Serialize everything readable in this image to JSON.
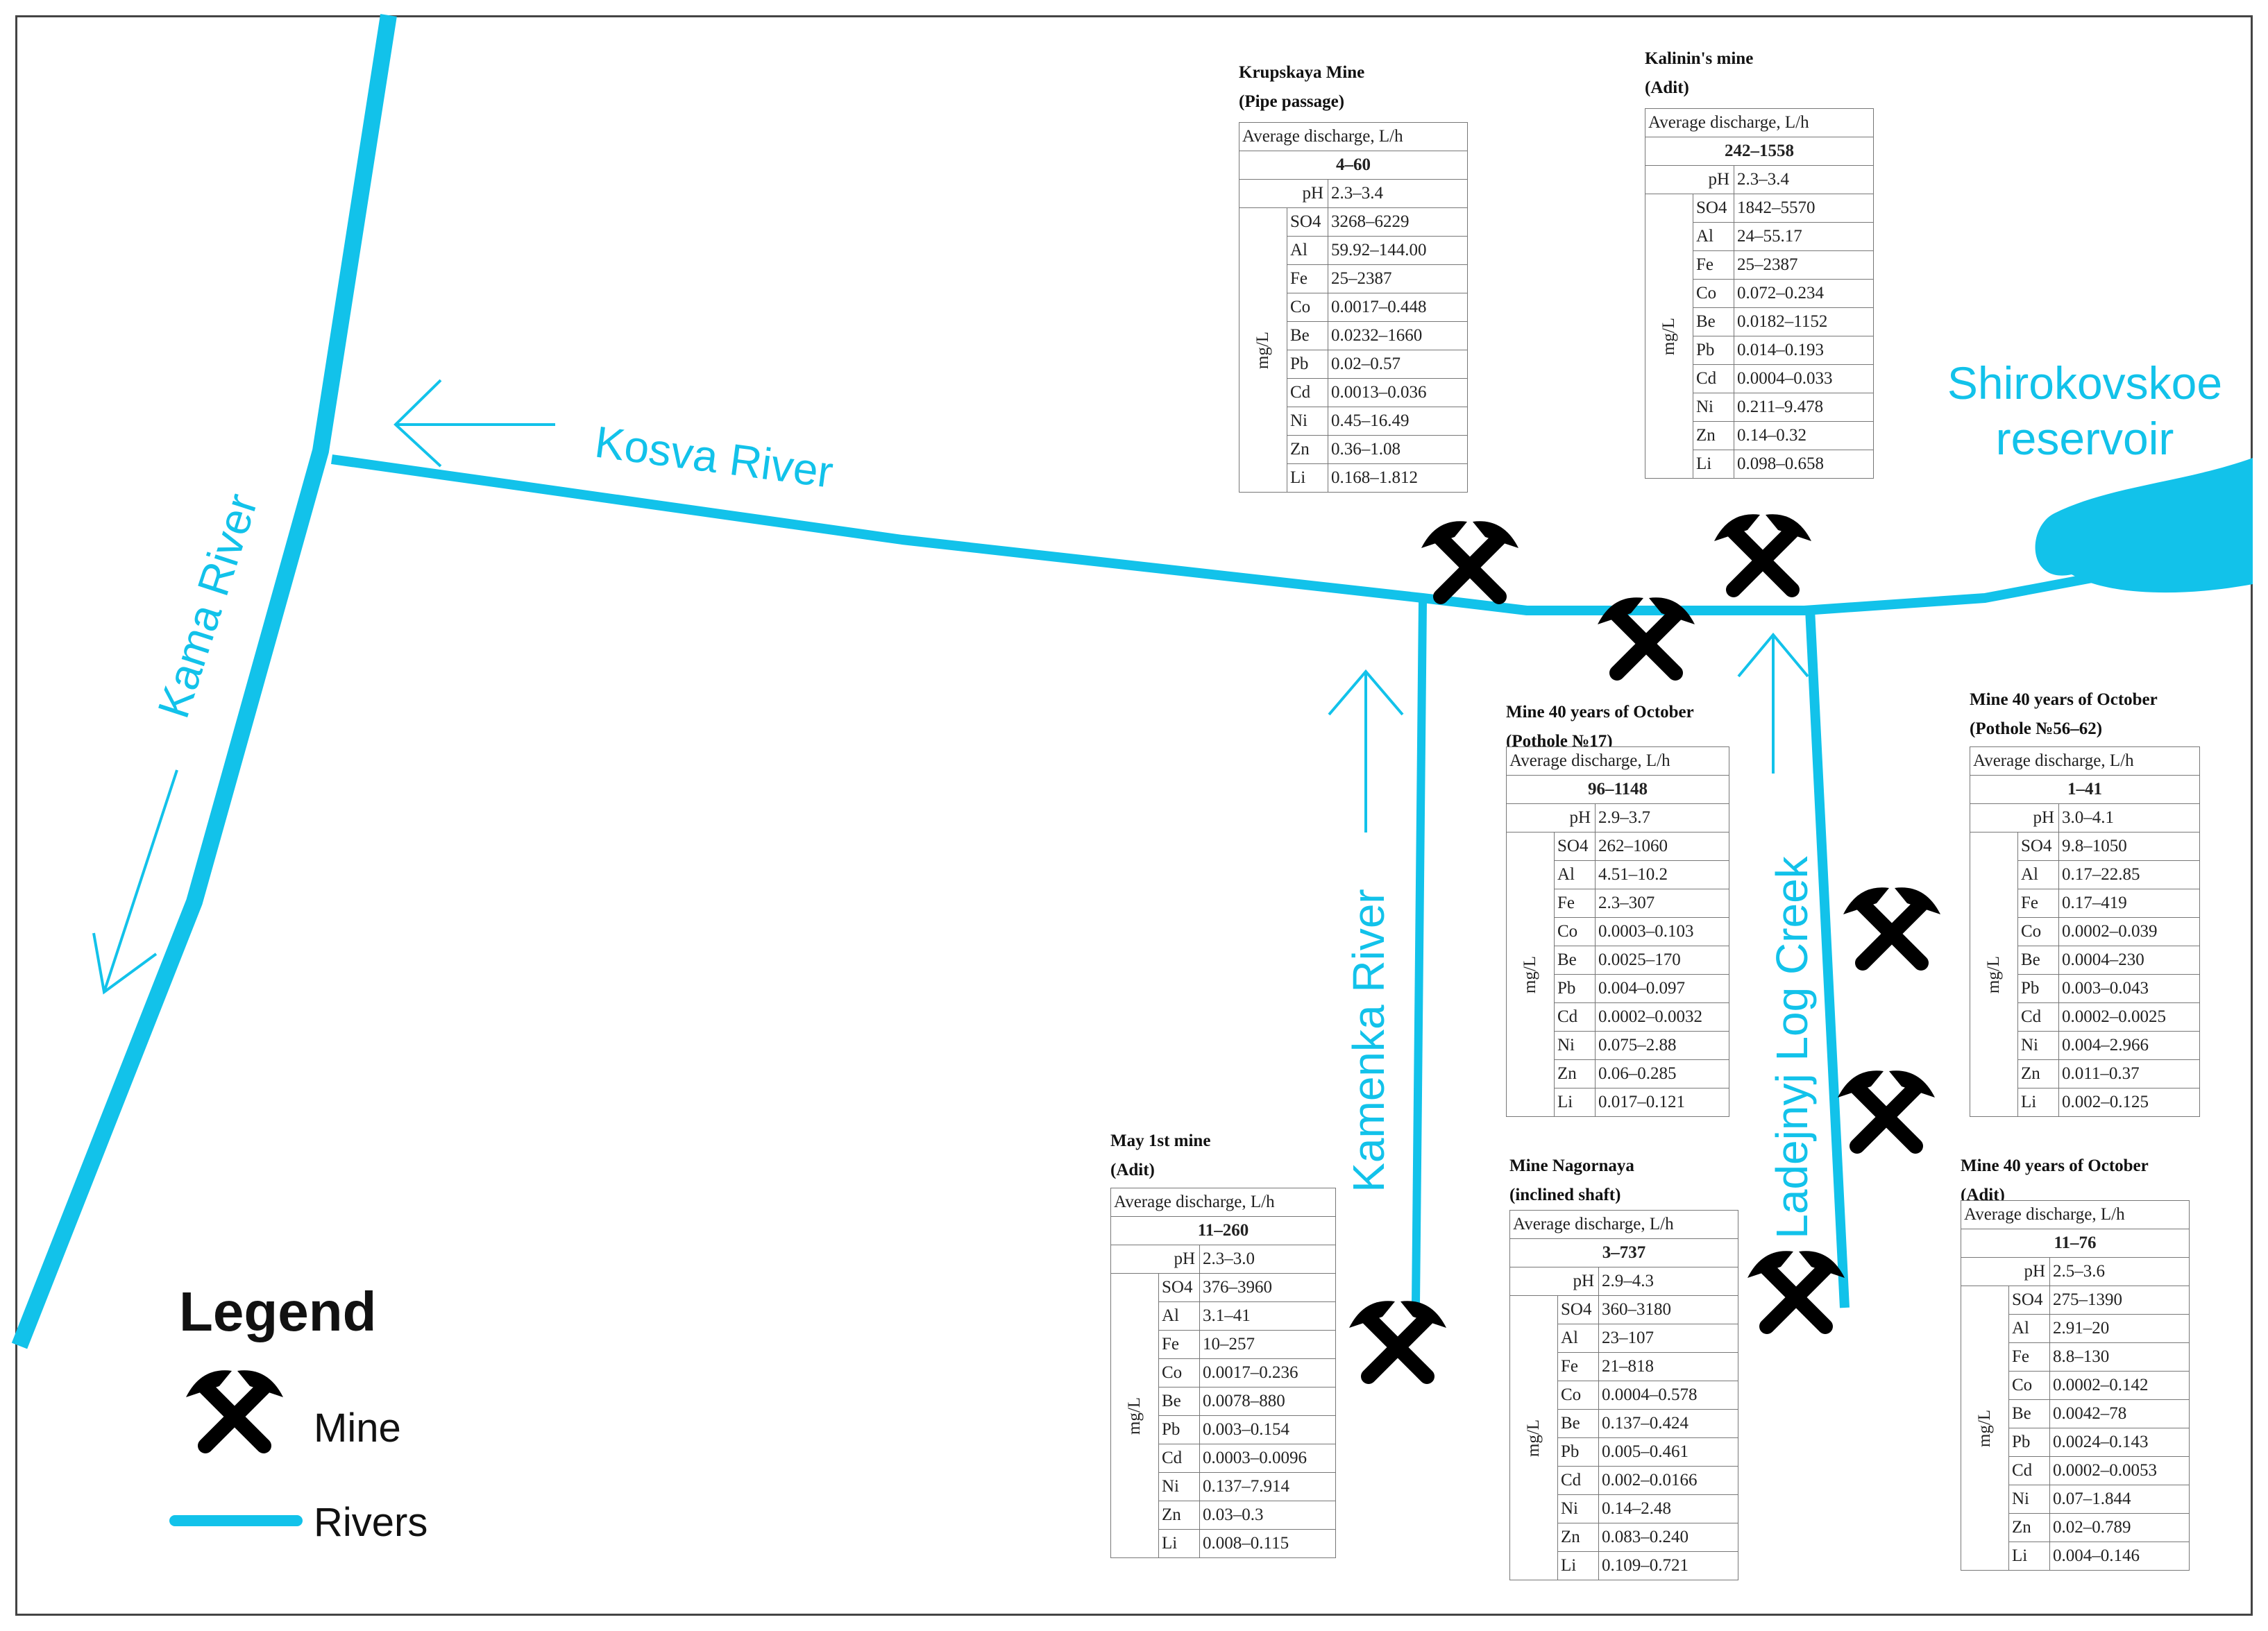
{
  "rivers": {
    "kama": "Kama River",
    "kosva": "Kosva River",
    "kamenka": "Kamenka River",
    "ladejnyj": "Ladejnyj Log Creek",
    "reservoir_line1": "Shirokovskoe",
    "reservoir_line2": "reservoir",
    "color": "#12c2ea"
  },
  "legend": {
    "title": "Legend",
    "mine": "Mine",
    "rivers": "Rivers",
    "mine_icon": "crossed-hammers-icon"
  },
  "common": {
    "discharge_label": "Average discharge, L/h",
    "ph_label": "pH",
    "unit_label": "mg/L"
  },
  "mines": [
    {
      "name": "Krupskaya Mine",
      "type": "(Pipe passage)",
      "discharge": "4–60",
      "ph": "2.3–3.4",
      "elements": [
        {
          "el": "SO4",
          "val": "3268–6229"
        },
        {
          "el": "Al",
          "val": "59.92–144.00"
        },
        {
          "el": "Fe",
          "val": "25–2387"
        },
        {
          "el": "Co",
          "val": "0.0017–0.448"
        },
        {
          "el": "Be",
          "val": "0.0232–1660"
        },
        {
          "el": "Pb",
          "val": "0.02–0.57"
        },
        {
          "el": "Cd",
          "val": "0.0013–0.036"
        },
        {
          "el": "Ni",
          "val": "0.45–16.49"
        },
        {
          "el": "Zn",
          "val": "0.36–1.08"
        },
        {
          "el": "Li",
          "val": "0.168–1.812"
        }
      ]
    },
    {
      "name": "Kalinin's mine",
      "type": "(Adit)",
      "discharge": "242–1558",
      "ph": "2.3–3.4",
      "elements": [
        {
          "el": "SO4",
          "val": "1842–5570"
        },
        {
          "el": "Al",
          "val": "24–55.17"
        },
        {
          "el": "Fe",
          "val": "25–2387"
        },
        {
          "el": "Co",
          "val": "0.072–0.234"
        },
        {
          "el": "Be",
          "val": "0.0182–1152"
        },
        {
          "el": "Pb",
          "val": "0.014–0.193"
        },
        {
          "el": "Cd",
          "val": "0.0004–0.033"
        },
        {
          "el": "Ni",
          "val": "0.211–9.478"
        },
        {
          "el": "Zn",
          "val": "0.14–0.32"
        },
        {
          "el": "Li",
          "val": "0.098–0.658"
        }
      ]
    },
    {
      "name": "Mine 40 years of October",
      "type": "(Pothole №17)",
      "discharge": "96–1148",
      "ph": "2.9–3.7",
      "elements": [
        {
          "el": "SO4",
          "val": "262–1060"
        },
        {
          "el": "Al",
          "val": "4.51–10.2"
        },
        {
          "el": "Fe",
          "val": "2.3–307"
        },
        {
          "el": "Co",
          "val": "0.0003–0.103"
        },
        {
          "el": "Be",
          "val": "0.0025–170"
        },
        {
          "el": "Pb",
          "val": "0.004–0.097"
        },
        {
          "el": "Cd",
          "val": "0.0002–0.0032"
        },
        {
          "el": "Ni",
          "val": "0.075–2.88"
        },
        {
          "el": "Zn",
          "val": "0.06–0.285"
        },
        {
          "el": "Li",
          "val": "0.017–0.121"
        }
      ]
    },
    {
      "name": "Mine 40 years of October",
      "type": "(Pothole №56–62)",
      "discharge": "1–41",
      "ph": "3.0–4.1",
      "elements": [
        {
          "el": "SO4",
          "val": "9.8–1050"
        },
        {
          "el": "Al",
          "val": "0.17–22.85"
        },
        {
          "el": "Fe",
          "val": "0.17–419"
        },
        {
          "el": "Co",
          "val": "0.0002–0.039"
        },
        {
          "el": "Be",
          "val": "0.0004–230"
        },
        {
          "el": "Pb",
          "val": "0.003–0.043"
        },
        {
          "el": "Cd",
          "val": "0.0002–0.0025"
        },
        {
          "el": "Ni",
          "val": "0.004–2.966"
        },
        {
          "el": "Zn",
          "val": "0.011–0.37"
        },
        {
          "el": "Li",
          "val": "0.002–0.125"
        }
      ]
    },
    {
      "name": "May 1st mine",
      "type": "(Adit)",
      "discharge": "11–260",
      "ph": "2.3–3.0",
      "elements": [
        {
          "el": "SO4",
          "val": "376–3960"
        },
        {
          "el": "Al",
          "val": "3.1–41"
        },
        {
          "el": "Fe",
          "val": "10–257"
        },
        {
          "el": "Co",
          "val": "0.0017–0.236"
        },
        {
          "el": "Be",
          "val": "0.0078–880"
        },
        {
          "el": "Pb",
          "val": "0.003–0.154"
        },
        {
          "el": "Cd",
          "val": "0.0003–0.0096"
        },
        {
          "el": "Ni",
          "val": "0.137–7.914"
        },
        {
          "el": "Zn",
          "val": "0.03–0.3"
        },
        {
          "el": "Li",
          "val": "0.008–0.115"
        }
      ]
    },
    {
      "name": "Mine Nagornaya",
      "type": "(inclined shaft)",
      "discharge": "3–737",
      "ph": "2.9–4.3",
      "elements": [
        {
          "el": "SO4",
          "val": "360–3180"
        },
        {
          "el": "Al",
          "val": "23–107"
        },
        {
          "el": "Fe",
          "val": "21–818"
        },
        {
          "el": "Co",
          "val": "0.0004–0.578"
        },
        {
          "el": "Be",
          "val": "0.137–0.424"
        },
        {
          "el": "Pb",
          "val": "0.005–0.461"
        },
        {
          "el": "Cd",
          "val": "0.002–0.0166"
        },
        {
          "el": "Ni",
          "val": "0.14–2.48"
        },
        {
          "el": "Zn",
          "val": "0.083–0.240"
        },
        {
          "el": "Li",
          "val": "0.109–0.721"
        }
      ]
    },
    {
      "name": "Mine 40 years of October",
      "type": "(Adit)",
      "discharge": "11–76",
      "ph": "2.5–3.6",
      "elements": [
        {
          "el": "SO4",
          "val": "275–1390"
        },
        {
          "el": "Al",
          "val": "2.91–20"
        },
        {
          "el": "Fe",
          "val": "8.8–130"
        },
        {
          "el": "Co",
          "val": "0.0002–0.142"
        },
        {
          "el": "Be",
          "val": "0.0042–78"
        },
        {
          "el": "Pb",
          "val": "0.0024–0.143"
        },
        {
          "el": "Cd",
          "val": "0.0002–0.0053"
        },
        {
          "el": "Ni",
          "val": "0.07–1.844"
        },
        {
          "el": "Zn",
          "val": "0.02–0.789"
        },
        {
          "el": "Li",
          "val": "0.004–0.146"
        }
      ]
    }
  ]
}
